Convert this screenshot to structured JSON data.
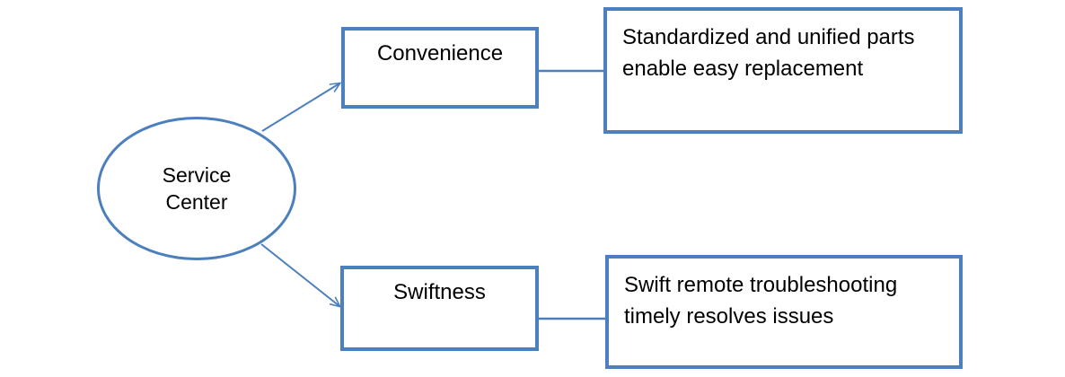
{
  "diagram": {
    "title_node": {
      "id": "service-center",
      "label": "Service\nCenter",
      "shape": "ellipse"
    },
    "branches": [
      {
        "key": "convenience",
        "label": "Convenience",
        "description": "Standardized and unified parts enable easy replacement"
      },
      {
        "key": "swiftness",
        "label": "Swiftness",
        "description": "Swift remote troubleshooting timely resolves issues"
      }
    ],
    "colors": {
      "accent": "#4c7fbe",
      "background": "#ffffff",
      "text": "#000000"
    }
  }
}
